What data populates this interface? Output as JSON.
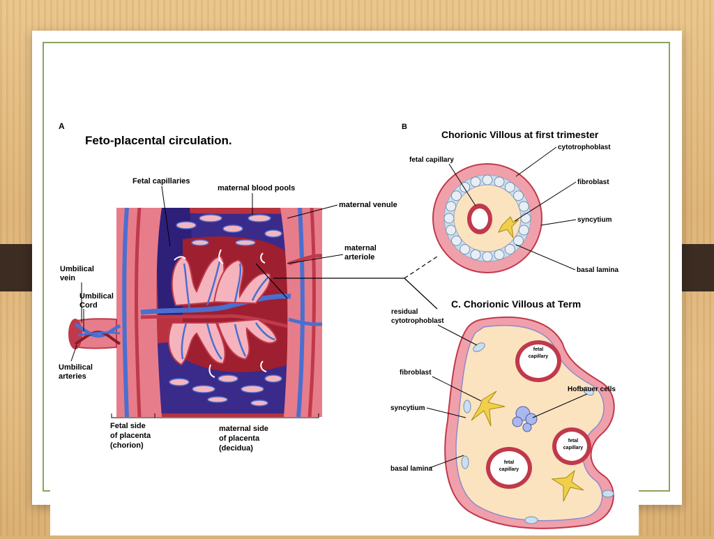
{
  "panel_a": {
    "letter": "A",
    "title": "Feto-placental circulation.",
    "labels": {
      "fetal_capillaries": "Fetal capillaries",
      "maternal_blood_pools": "maternal blood pools",
      "maternal_venule": "maternal venule",
      "maternal_arteriole_1": "maternal",
      "maternal_arteriole_2": "arteriole",
      "umbilical_vein_1": "Umbilical",
      "umbilical_vein_2": "vein",
      "umbilical_cord_1": "Umbilical",
      "umbilical_cord_2": "Cord",
      "umbilical_arteries_1": "Umbilical",
      "umbilical_arteries_2": "arteries",
      "fetal_side_1": "Fetal side",
      "fetal_side_2": "of placenta",
      "fetal_side_3": "(chorion)",
      "maternal_side_1": "maternal side",
      "maternal_side_2": "of placenta",
      "maternal_side_3": "(decidua)"
    }
  },
  "panel_b": {
    "letter": "B",
    "title": "Chorionic Villous at first trimester",
    "labels": {
      "cytotrophoblast": "cytotrophoblast",
      "fetal_capillary": "fetal capillary",
      "fibroblast": "fibroblast",
      "syncytium": "syncytium",
      "basal_lamina": "basal lamina"
    }
  },
  "panel_c": {
    "title": "C. Chorionic Villous at Term",
    "labels": {
      "residual_1": "residual",
      "residual_2": "cytotrophoblast",
      "fibroblast": "fibroblast",
      "syncytium": "syncytium",
      "basal_lamina": "basal lamina",
      "hofbauer": "Hofbauer cells",
      "fetal_cap_1_a": "fetal",
      "fetal_cap_1_b": "capillary",
      "fetal_cap_2_a": "fetal",
      "fetal_cap_2_b": "capillary",
      "fetal_cap_3_a": "fetal",
      "fetal_cap_3_b": "capillary"
    }
  },
  "colors": {
    "wood": "#dcb277",
    "frame_green": "#8ca35a",
    "clip": "#3c2c22",
    "maternal_red": "#c0394b",
    "tissue_pink": "#f0a0aa",
    "vessel_blue": "#4a6fd0",
    "deep_purple": "#3a2a8a",
    "villus_core": "#fbe3c0"
  }
}
